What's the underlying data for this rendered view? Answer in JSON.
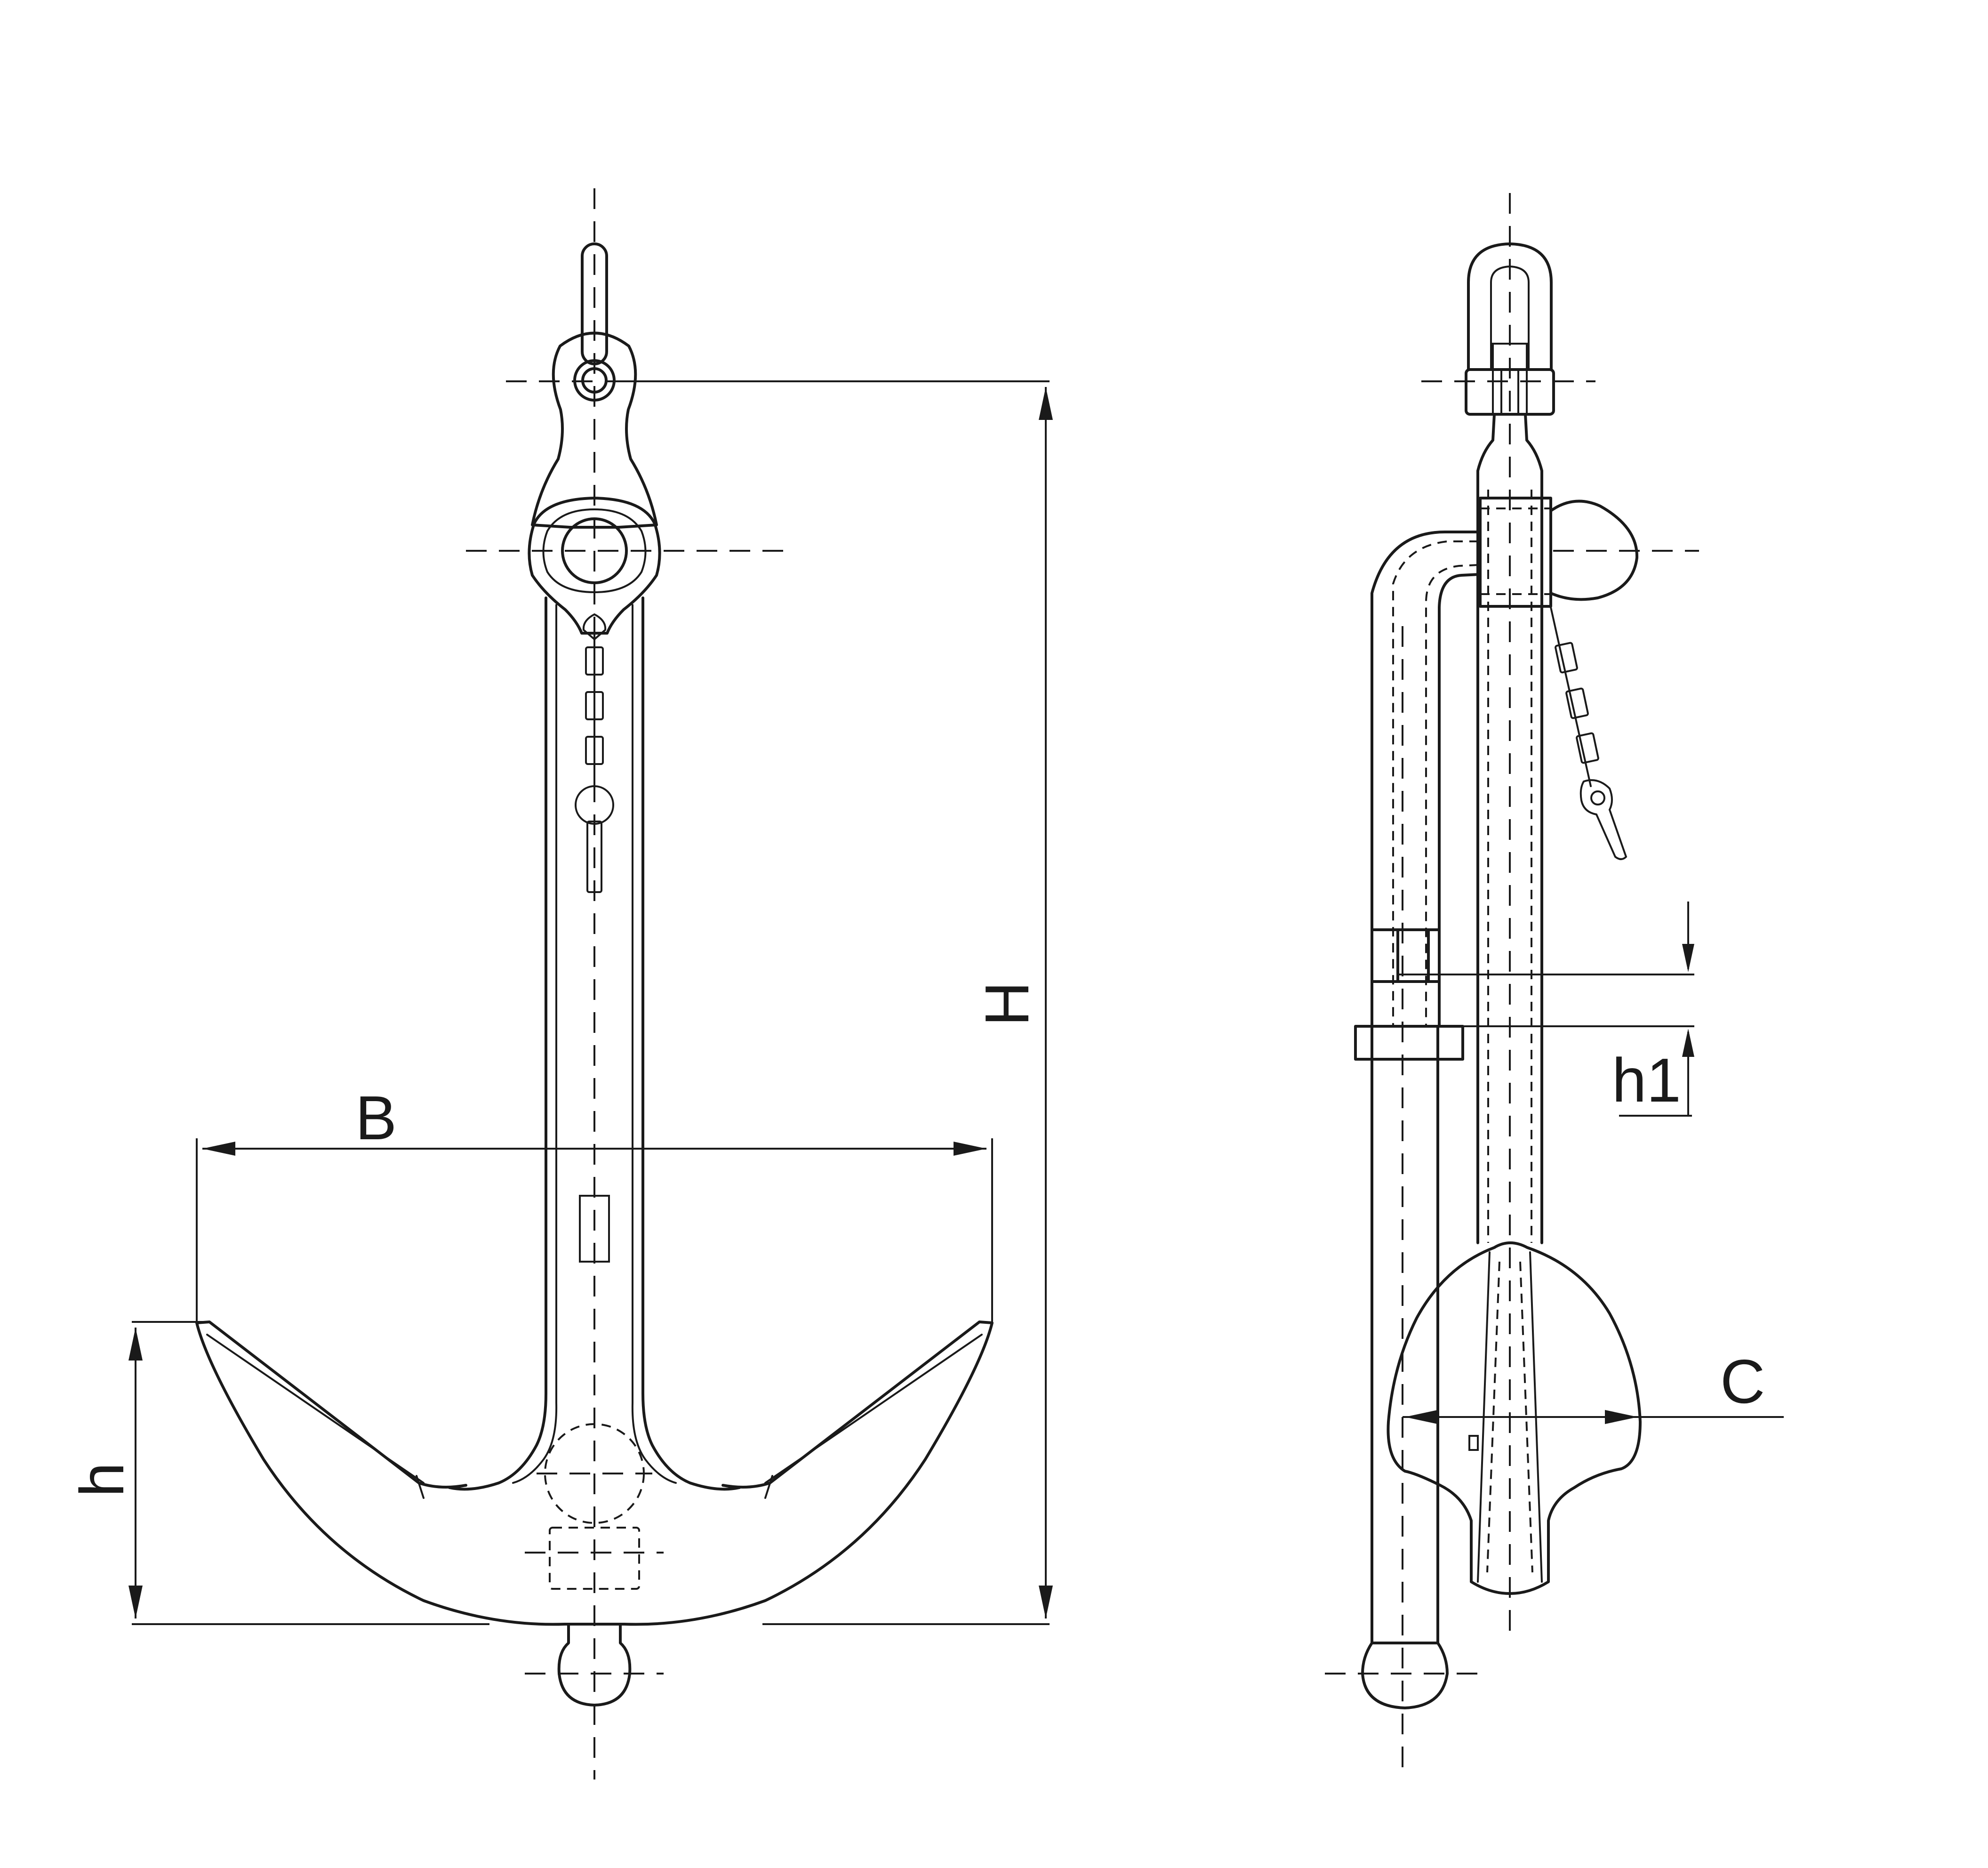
{
  "labels": {
    "height": "H",
    "breadth": "B",
    "fluke_height": "h",
    "stock_offset": "h1",
    "stock_clearance": "C"
  },
  "colors": {
    "line": "#1a1a1a",
    "background": "#ffffff"
  }
}
